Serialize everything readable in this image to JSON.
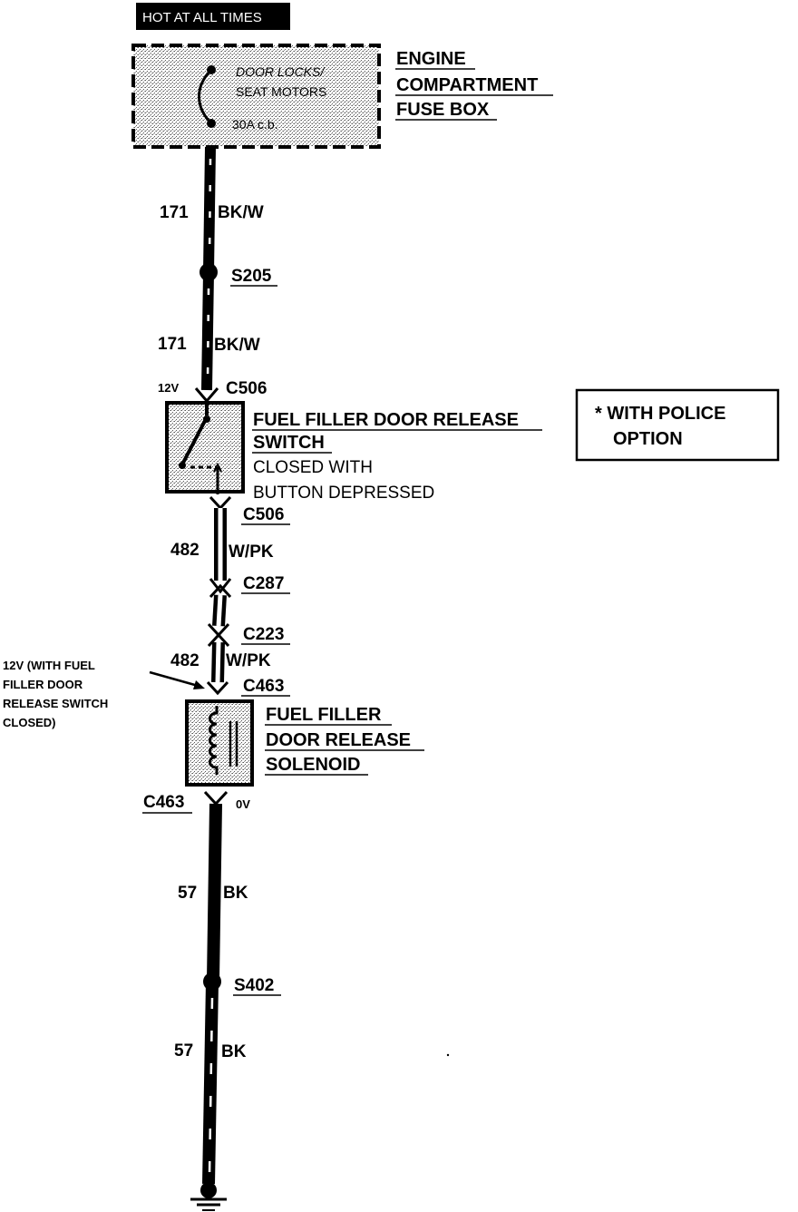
{
  "header_label": "HOT AT ALL TIMES",
  "fuse_box": {
    "circuit_name_line1": "DOOR LOCKS/",
    "circuit_name_line2": "SEAT MOTORS",
    "rating": "30A c.b.",
    "title_line1": "ENGINE",
    "title_line2": "COMPARTMENT",
    "title_line3": "FUSE BOX"
  },
  "wire_171_upper": {
    "circuit": "171",
    "color": "BK/W"
  },
  "splice_s205": "S205",
  "wire_171_lower": {
    "circuit": "171",
    "color": "BK/W"
  },
  "switch_input": {
    "voltage": "12V",
    "connector": "C506"
  },
  "switch": {
    "title_line1": "FUEL FILLER DOOR RELEASE",
    "title_line2": "SWITCH",
    "note_line1": "CLOSED WITH",
    "note_line2": "BUTTON DEPRESSED"
  },
  "police_note": {
    "line1": "*  WITH POLICE",
    "line2": "OPTION"
  },
  "switch_output_connector": "C506",
  "wire_482_upper": {
    "circuit": "482",
    "color": "W/PK"
  },
  "connector_c287": "C287",
  "connector_c223": "C223",
  "wire_482_lower": {
    "circuit": "482",
    "color": "W/PK"
  },
  "solenoid_input_connector": "C463",
  "voltage_note": {
    "line1": "12V (WITH FUEL",
    "line2": "FILLER DOOR",
    "line3": "RELEASE SWITCH",
    "line4": "CLOSED)"
  },
  "solenoid": {
    "title_line1": "FUEL FILLER",
    "title_line2": "DOOR RELEASE",
    "title_line3": "SOLENOID"
  },
  "solenoid_output": {
    "connector": "C463",
    "voltage": "0V"
  },
  "wire_57_upper": {
    "circuit": "57",
    "color": "BK"
  },
  "splice_s402": "S402",
  "wire_57_lower": {
    "circuit": "57",
    "color": "BK"
  }
}
